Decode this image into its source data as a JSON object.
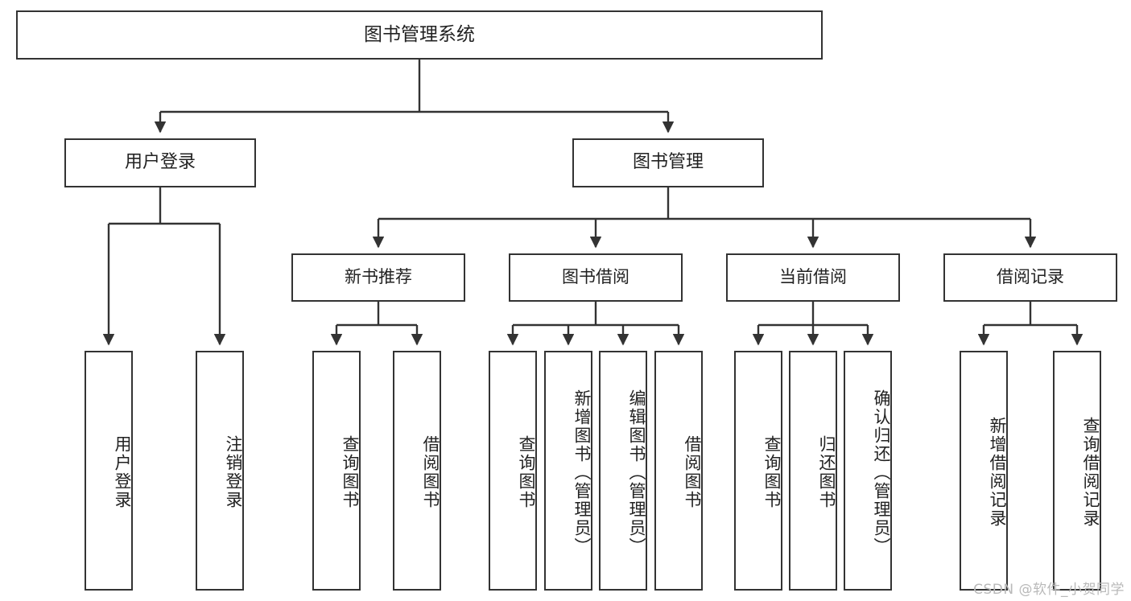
{
  "diagram": {
    "title": "图书管理系统",
    "type": "hierarchy-tree",
    "watermark": "CSDN @软件_小贺同学",
    "colors": {
      "stroke": "#333333",
      "fill": "#ffffff",
      "text": "#222222",
      "watermark": "#b9b9b9"
    },
    "nodes": {
      "root": {
        "label": "图书管理系统"
      },
      "level1": [
        {
          "id": "user-login",
          "label": "用户登录"
        },
        {
          "id": "book-manage",
          "label": "图书管理"
        }
      ],
      "level2": [
        {
          "id": "new-book-recommend",
          "label": "新书推荐"
        },
        {
          "id": "book-borrow",
          "label": "图书借阅"
        },
        {
          "id": "current-borrow",
          "label": "当前借阅"
        },
        {
          "id": "borrow-record",
          "label": "借阅记录"
        }
      ],
      "leaves": {
        "user-login": [
          {
            "id": "leaf-user-login",
            "label": "用户登录"
          },
          {
            "id": "leaf-logout",
            "label": "注销登录"
          }
        ],
        "new-book-recommend": [
          {
            "id": "leaf-query-book-1",
            "label": "查询图书"
          },
          {
            "id": "leaf-borrow-book-1",
            "label": "借阅图书"
          }
        ],
        "book-borrow": [
          {
            "id": "leaf-query-book-2",
            "label": "查询图书"
          },
          {
            "id": "leaf-add-book",
            "label": "新增图书（管理员）"
          },
          {
            "id": "leaf-edit-book",
            "label": "编辑图书（管理员）"
          },
          {
            "id": "leaf-borrow-book-2",
            "label": "借阅图书"
          }
        ],
        "current-borrow": [
          {
            "id": "leaf-query-book-3",
            "label": "查询图书"
          },
          {
            "id": "leaf-return-book",
            "label": "归还图书"
          },
          {
            "id": "leaf-confirm-return",
            "label": "确认归还（管理员）"
          }
        ],
        "borrow-record": [
          {
            "id": "leaf-add-record",
            "label": "新增借阅记录"
          },
          {
            "id": "leaf-query-record",
            "label": "查询借阅记录"
          }
        ]
      }
    }
  }
}
